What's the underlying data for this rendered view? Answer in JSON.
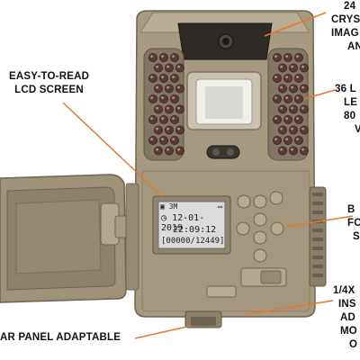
{
  "callouts": {
    "lcd_screen": {
      "line1": "EASY-TO-READ",
      "line2": "LCD SCREEN"
    },
    "top_right": {
      "line1": "24",
      "line2": "CRYS",
      "line3": "IMAG",
      "line4": "AN"
    },
    "mid_right": {
      "line1": "36 L",
      "line2": "LE",
      "line3": "80",
      "line4": "V"
    },
    "buttons_right": {
      "line1": "B",
      "line2": "FO",
      "line3": "S"
    },
    "bottom_right": {
      "line1": "1/4X",
      "line2": "INS",
      "line3": "AD",
      "line4": "MO",
      "line5": "O"
    },
    "bottom_left": {
      "line1": "AR PANEL ADAPTABLE"
    }
  },
  "lcd": {
    "mode": "3M",
    "date": "12-01-2019",
    "time": "22:09:12",
    "counter_used": "00000",
    "counter_total": "12449"
  },
  "colors": {
    "body": "#a69a80",
    "body_dark": "#7f745f",
    "body_light": "#bfb49b",
    "lcd_bg": "#d9dcd9",
    "callout_line": "#e8772e",
    "led": "#5a3a36"
  }
}
